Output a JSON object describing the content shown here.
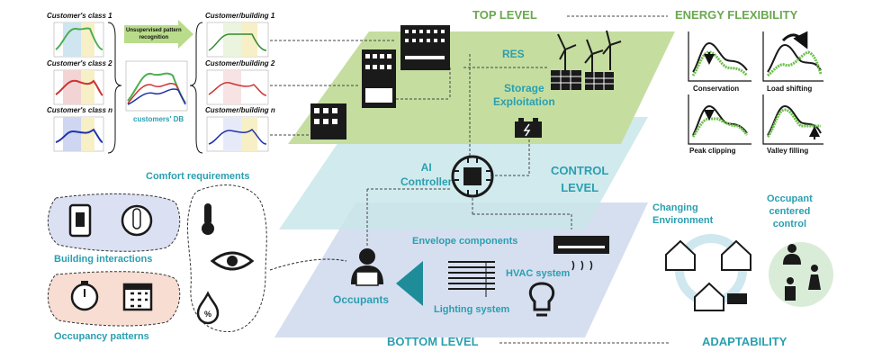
{
  "top_level": {
    "title": "TOP LEVEL",
    "res": "RES",
    "storage": "Storage\nExploitation"
  },
  "control_level": {
    "title": "CONTROL\nLEVEL",
    "controller": "AI\nController"
  },
  "bottom_level": {
    "title": "BOTTOM LEVEL",
    "envelope": "Envelope components",
    "hvac": "HVAC system",
    "lighting": "Lighting system",
    "occupants": "Occupants"
  },
  "customers": {
    "class1": "Customer's class 1",
    "class2": "Customer's class 2",
    "classn": "Customer's class n",
    "db": "customers' DB",
    "pattern": "Unsupervised pattern\nrecognition",
    "building1": "Customer/building 1",
    "building2": "Customer/building 2",
    "buildingn": "Customer/building n"
  },
  "energy_flexibility": {
    "title": "ENERGY FLEXIBILITY",
    "items": [
      "Conservation",
      "Load shifting",
      "Peak clipping",
      "Valley filling"
    ]
  },
  "comfort": {
    "title": "Comfort requirements",
    "building_interactions": "Building interactions",
    "occupancy_patterns": "Occupancy patterns"
  },
  "adaptability": {
    "title": "ADAPTABILITY",
    "changing": "Changing\nEnvironment",
    "occupant_centered": "Occupant\ncentered\ncontrol"
  },
  "colors": {
    "teal": "#2a9fb0",
    "green_plane": "#c5dea0",
    "teal_plane": "#c9e6ea",
    "blue_plane": "#d6dff0"
  }
}
